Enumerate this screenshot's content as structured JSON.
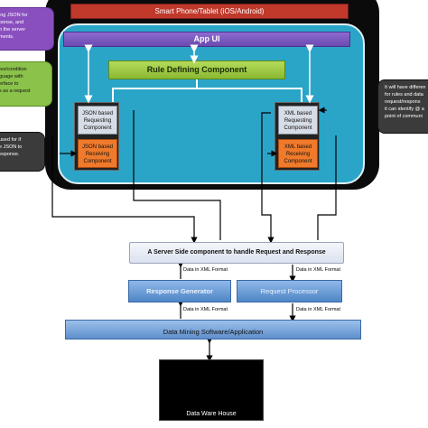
{
  "phone": {
    "title": "Smart Phone/Tablet (iOS/Android)",
    "app_ui": "App UI",
    "rule_component": "Rule Defining Component"
  },
  "json_module": {
    "requesting": [
      "JSON based",
      "Requesting",
      "Component"
    ],
    "receiving": [
      "JSON based",
      "Receiving",
      "Component"
    ]
  },
  "xml_module": {
    "requesting": [
      "XML based",
      "Requesting",
      "Component"
    ],
    "receiving": [
      "XML based",
      "Receiving",
      "Component"
    ]
  },
  "server": {
    "title": "A Server Side component to handle Request and Response",
    "format_left": "Data in XML Format",
    "format_right": "Data in XML Format",
    "response_generator": "Response Generator",
    "request_processor": "Request Processor",
    "format_left2": "Data in XML Format",
    "format_right2": "Data in XML Format",
    "data_mining": "Data Mining Software/Application",
    "warehouse": "Data Ware House"
  },
  "callouts": {
    "left_top": [
      "ing JSON for",
      "ponse, and",
      "o the server",
      "ments."
    ],
    "left_middle": [
      "les/condition",
      "guage with",
      "erface to",
      "s as a request"
    ],
    "left_bottom": [
      "used for if",
      "e JSON to",
      "esponse."
    ],
    "right": [
      "It will have differen",
      "for rules and data",
      "request/respons",
      "it can identify @ a",
      "point of communi"
    ]
  },
  "colors": {
    "phone_frame": "#0b0b0b",
    "app_background": "#2aa5c8",
    "title_bar": "#c0392b",
    "app_ui": "#6b4bb0",
    "rule": "#8ab832",
    "receiving": "#f07a2c",
    "blue_button": "#4f86c6"
  }
}
